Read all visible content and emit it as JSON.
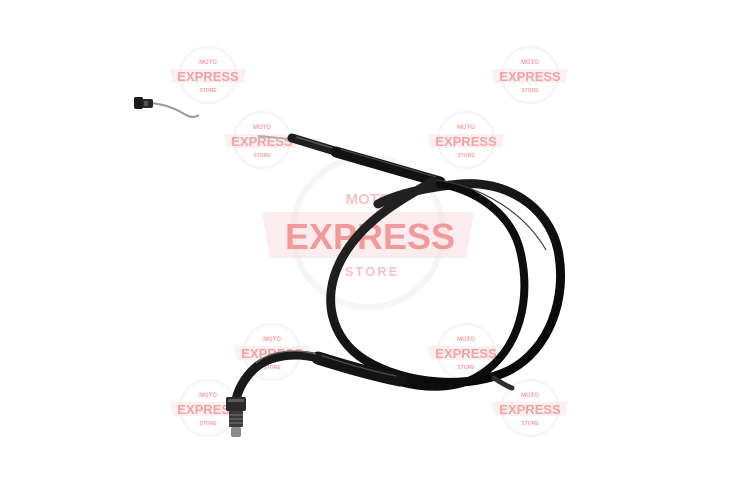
{
  "photo": {
    "subject": "throttle-cable",
    "background_color": "#ffffff",
    "cable_color": "#151515",
    "steel_color": "#a8a8a8"
  },
  "watermark": {
    "color": "#e8464a",
    "ring_color": "#e8e8e8",
    "line1": "MOTO",
    "line2": "EXPRESS",
    "line3": "STORE"
  }
}
